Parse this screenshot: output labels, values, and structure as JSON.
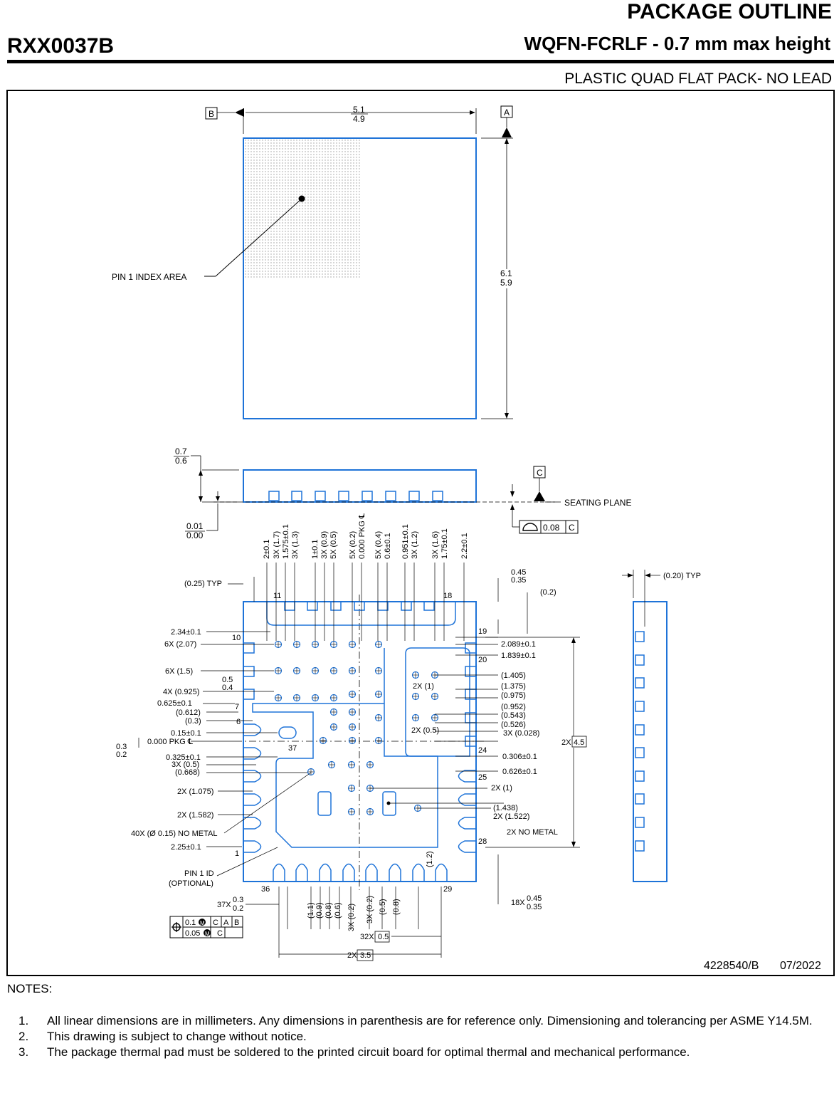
{
  "header": {
    "part_number": "RXX0037B",
    "title": "PACKAGE OUTLINE",
    "package_name": "WQFN-FCRLF - 0.7 mm max height",
    "package_desc": "PLASTIC QUAD FLAT PACK- NO LEAD"
  },
  "colors": {
    "outline_blue": "#1e73d8",
    "ink": "#000000",
    "pin1_dots": "#9a9a9a"
  },
  "top_view": {
    "datum_b": "B",
    "datum_a": "A",
    "width_max": "5.1",
    "width_min": "4.9",
    "height_max": "6.1",
    "height_min": "5.9",
    "pin1_label": "PIN 1 INDEX AREA"
  },
  "side_view": {
    "height_max": "0.7",
    "height_min": "0.6",
    "standoff_max": "0.01",
    "standoff_min": "0.00",
    "datum_c": "C",
    "seating_plane": "SEATING PLANE",
    "coplanarity": "0.08",
    "coplanarity_ref": "C"
  },
  "bottom_view": {
    "top_labels": [
      "2±0.1",
      "3X (1.7)",
      "1.575±0.1",
      "3X (1.3)",
      "1±0.1",
      "3X (0.9)",
      "5X (0.5)",
      "5X (0.2)",
      "0.000 PKG ℄",
      "5X (0.4)",
      "0.6±0.1",
      "0.951±0.1",
      "3X (1.2)",
      "3X (1.6)",
      "1.75±0.1",
      "2.2±0.1"
    ],
    "left_labels": [
      "(0.25) TYP",
      "2.34±0.1",
      "6X (2.07)",
      "6X (1.5)",
      "0.5",
      "0.4",
      "4X (0.925)",
      "0.625±0.1",
      "(0.612)",
      "(0.3)",
      "0.15±0.1",
      "0.000 PKG ℄",
      "0.325±0.1",
      "3X (0.5)",
      "(0.668)",
      "2X (1.075)",
      "2X (1.582)",
      "40X (Ø 0.15) NO METAL",
      "2.25±0.1",
      "PIN 1 ID",
      "(OPTIONAL)",
      "0.3",
      "0.2"
    ],
    "right_labels": [
      "0.45",
      "0.35",
      "(0.2)",
      "2.089±0.1",
      "1.839±0.1",
      "(1.405)",
      "2X (1)",
      "(1.375)",
      "(0.975)",
      "(0.952)",
      "(0.543)",
      "(0.526)",
      "2X (0.5)",
      "3X (0.028)",
      "0.306±0.1",
      "0.626±0.1",
      "2X (1)",
      "(1.438)",
      "2X (1.522)",
      "2X NO METAL",
      "(1.2)",
      "18X",
      "0.45",
      "0.35"
    ],
    "bottom_labels": [
      "(1.1)",
      "(0.9)",
      "(0.8)",
      "(0.6)",
      "3X (0.2)",
      "3X (0.2)",
      "(0.5)",
      "(0.8)",
      "37X",
      "0.3",
      "0.2",
      "32X",
      "0.5",
      "2X",
      "3.5"
    ],
    "span_2x_prefix": "2X",
    "span_2x_value": "4.5",
    "pin_numbers": [
      "1",
      "6",
      "7",
      "10",
      "11",
      "18",
      "19",
      "20",
      "24",
      "25",
      "28",
      "29",
      "36",
      "37"
    ],
    "position_tol": [
      "0.1",
      "C",
      "A",
      "B",
      "0.05",
      "C"
    ],
    "side_typ": "(0.20) TYP"
  },
  "drawing_number": "4228540/B",
  "drawing_date": "07/2022",
  "notes": {
    "title": "NOTES:",
    "items": [
      {
        "num": "1.",
        "text": "All linear dimensions are in millimeters. Any dimensions in parenthesis are for reference only. Dimensioning and tolerancing per ASME Y14.5M."
      },
      {
        "num": "2.",
        "text": "This drawing is subject to change without notice."
      },
      {
        "num": "3.",
        "text": "The package thermal pad must be soldered to the printed circuit board for optimal thermal and mechanical performance."
      }
    ]
  }
}
